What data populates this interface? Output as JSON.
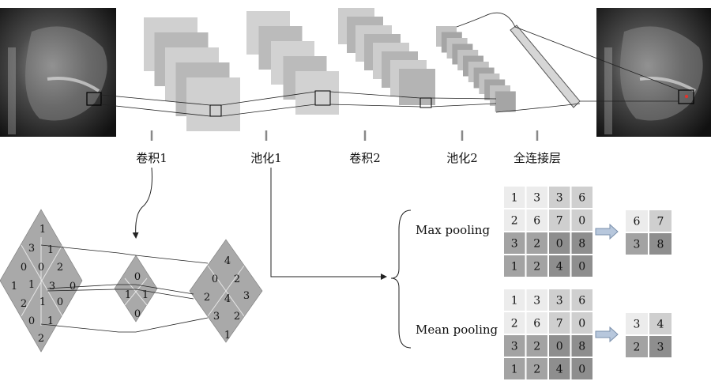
{
  "stage_labels": [
    "卷积1",
    "池化1",
    "卷积2",
    "池化2",
    "全连接层"
  ],
  "pooling": {
    "max_label": "Max pooling",
    "mean_label": "Mean pooling",
    "input_grid": [
      [
        1,
        3,
        3,
        6
      ],
      [
        2,
        6,
        7,
        0
      ],
      [
        3,
        2,
        0,
        8
      ],
      [
        1,
        2,
        4,
        0
      ]
    ],
    "max_result": [
      [
        6,
        7
      ],
      [
        3,
        8
      ]
    ],
    "mean_result": [
      [
        3,
        4
      ],
      [
        2,
        3
      ]
    ]
  },
  "diamonds": {
    "left": [
      "1",
      "3",
      "1",
      "0",
      "0",
      "2",
      "1",
      "1",
      "3",
      "0",
      "2",
      "1",
      "0",
      "0",
      "1",
      "2"
    ],
    "middle": [
      "0",
      "1",
      "1",
      "0"
    ],
    "right": [
      "4",
      "0",
      "2",
      "2",
      "4",
      "3",
      "3",
      "2",
      "1"
    ]
  },
  "colors": {
    "diamond": "#a9a9a9",
    "cell_light": "#e8e8e8",
    "cell_mid": "#c8c8c8",
    "cell_dark": "#9a9a9a",
    "arrow_fill": "#b7c7dc",
    "arrow_stroke": "#7a8fab"
  }
}
